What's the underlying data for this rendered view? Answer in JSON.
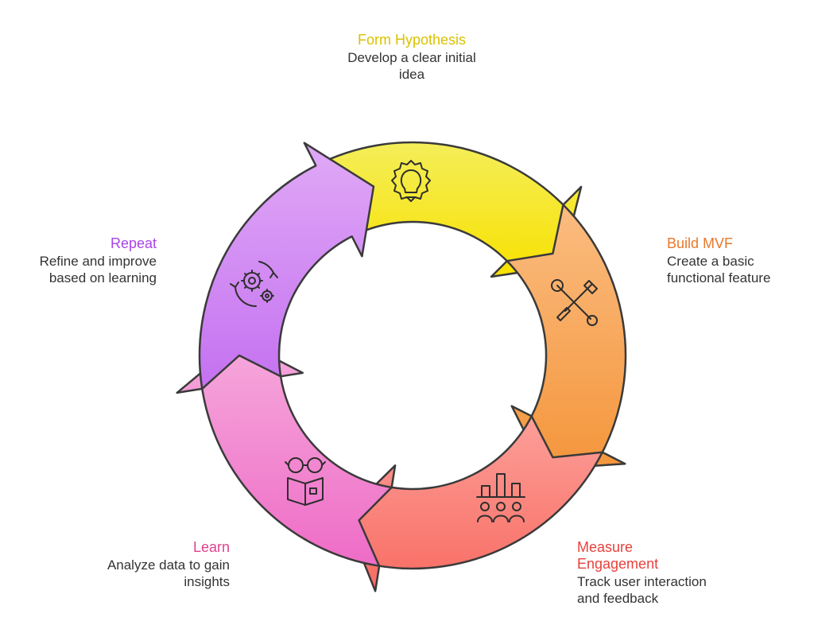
{
  "steps": [
    {
      "title": "Form Hypothesis",
      "description": "Develop a clear initial idea",
      "color": "#d9c200",
      "icon": "lightbulb-gear-icon"
    },
    {
      "title": "Build MVF",
      "description": "Create a basic functional feature",
      "color": "#e8782a",
      "icon": "wrench-screwdriver-icon"
    },
    {
      "title": "Measure Engagement",
      "description": "Track user interaction and feedback",
      "color": "#e8413c",
      "icon": "bar-chart-audience-icon"
    },
    {
      "title": "Learn",
      "description": "Analyze data to gain insights",
      "color": "#e0418e",
      "icon": "glasses-book-icon"
    },
    {
      "title": "Repeat",
      "description": "Refine and improve based on learning",
      "color": "#a945e6",
      "icon": "gears-cycle-icon"
    }
  ]
}
